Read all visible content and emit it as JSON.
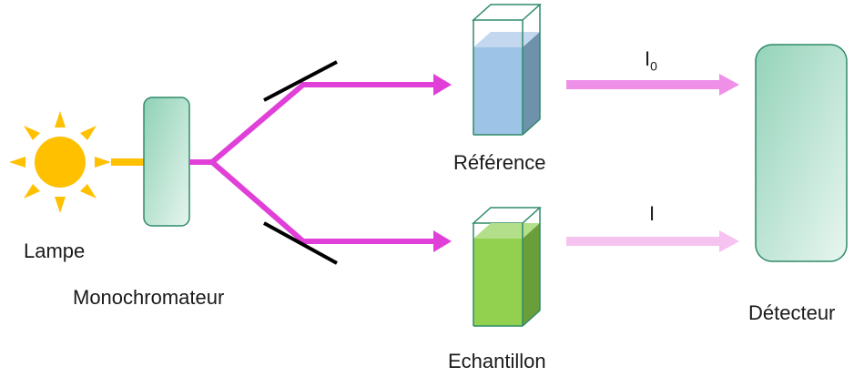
{
  "labels": {
    "lamp": "Lampe",
    "monochromator": "Monochromateur",
    "reference": "Référence",
    "sample": "Echantillon",
    "detector": "Détecteur",
    "i0_main": "I",
    "i0_sub": "0",
    "i": "I"
  },
  "colors": {
    "sun": "#FFC000",
    "beam_split": "#E040D8",
    "beam_i0": "#EE90E8",
    "beam_i": "#F6C2F0",
    "monochromator_fill": "#9FD8C0",
    "detector_fill": "#A8DCC8",
    "outline": "#2E8B6A",
    "mirror": "#000000",
    "reference_liquid": "#9DC3E6",
    "sample_liquid": "#92D050"
  }
}
